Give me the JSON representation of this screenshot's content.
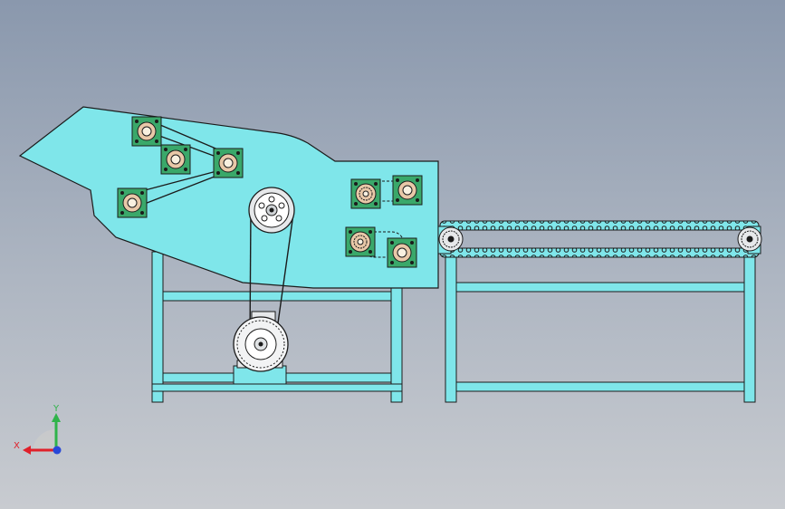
{
  "triad": {
    "x_label": "X",
    "y_label": "Y",
    "x_color": "#e0202a",
    "y_color": "#2fb34a",
    "z_color": "#2848d8"
  },
  "colors": {
    "background_top": "#8a98ad",
    "background_bottom": "#c8cbd0",
    "body_fill": "#7fe6ea",
    "outline": "#1b1b1b",
    "bearing_fill": "#3aa86a",
    "bearing_ring": "#e8c8a8"
  },
  "machine": {
    "left_unit": "crusher-with-frame",
    "right_unit": "chain-conveyor",
    "bearings_left_group": 4,
    "bearings_right_group": 4,
    "drive": "belt-and-pulley-motor"
  }
}
